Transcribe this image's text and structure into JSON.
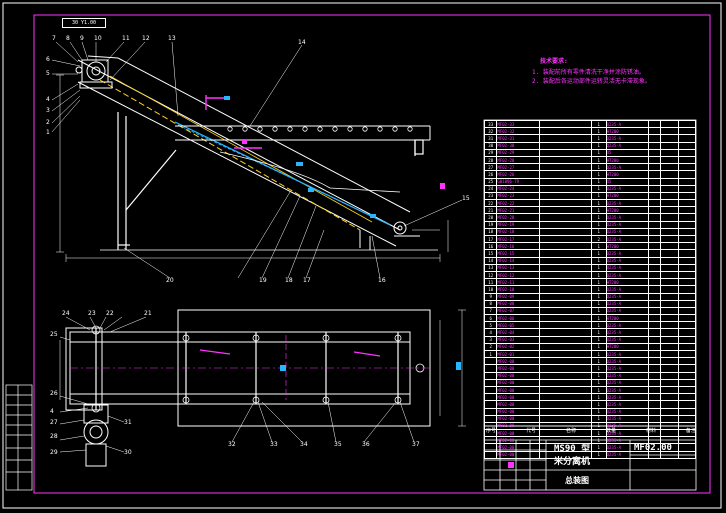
{
  "frame_label": "30 Y1.00",
  "notes": {
    "heading": "技术要求:",
    "items": [
      "1. 装配前所有零件清洗干净并涂防锈油。",
      "2. 装配后各运动部件运转灵活无卡滞现象。"
    ]
  },
  "bom_header": [
    "序号",
    "代号",
    "名称",
    "数量",
    "材料",
    "备注"
  ],
  "bom_rows": [
    [
      "33",
      "MF02-33",
      "",
      "1",
      "Q235-A",
      "",
      ""
    ],
    [
      "32",
      "MF02-32",
      "",
      "1",
      "HT200",
      "",
      ""
    ],
    [
      "31",
      "MF02-31",
      "",
      "1",
      "Q235-A",
      "",
      ""
    ],
    [
      "30",
      "MF02-30",
      "",
      "1",
      "Q235-A",
      "",
      ""
    ],
    [
      "29",
      "MF02-29",
      "",
      "1",
      "45",
      "",
      ""
    ],
    [
      "28",
      "MF02-28",
      "",
      "1",
      "HT200",
      "",
      ""
    ],
    [
      "27",
      "MF02-27",
      "",
      "1",
      "Q235-A",
      "",
      ""
    ],
    [
      "26",
      "MF02-26",
      "",
      "1",
      "HT200",
      "",
      ""
    ],
    [
      "25",
      "GB1096-79",
      "",
      "1",
      "45",
      "",
      ""
    ],
    [
      "24",
      "MF02-24",
      "",
      "1",
      "Q235-A",
      "",
      ""
    ],
    [
      "23",
      "MF02-23",
      "",
      "1",
      "HT200",
      "",
      ""
    ],
    [
      "22",
      "MF02-22",
      "",
      "1",
      "Q235-A",
      "",
      ""
    ],
    [
      "21",
      "MF02-21",
      "",
      "1",
      "HT200",
      "",
      ""
    ],
    [
      "20",
      "MF02-20",
      "",
      "1",
      "Q235-A",
      "",
      ""
    ],
    [
      "19",
      "MF02-19",
      "",
      "1",
      "Q235-A",
      "",
      ""
    ],
    [
      "18",
      "MF02-18",
      "",
      "1",
      "Q235-A",
      "",
      ""
    ],
    [
      "17",
      "MF02-17",
      "",
      "2",
      "Q235-A",
      "",
      ""
    ],
    [
      "16",
      "MF02-16",
      "",
      "1",
      "HT200",
      "",
      ""
    ],
    [
      "15",
      "MF02-15",
      "",
      "1",
      "Q235-A",
      "",
      ""
    ],
    [
      "14",
      "MF02-14",
      "",
      "1",
      "Q235-A",
      "",
      ""
    ],
    [
      "13",
      "MF02-13",
      "",
      "1",
      "Q235-A",
      "",
      ""
    ],
    [
      "12",
      "MF02-12",
      "",
      "1",
      "Q235-A",
      "",
      ""
    ],
    [
      "11",
      "MF02-11",
      "",
      "1",
      "HT200",
      "",
      ""
    ],
    [
      "10",
      "MF02-10",
      "",
      "1",
      "Q235-A",
      "",
      ""
    ],
    [
      "9",
      "MF02-09",
      "",
      "1",
      "Q235-A",
      "",
      ""
    ],
    [
      "8",
      "MF02-08",
      "",
      "1",
      "Q235-A",
      "",
      ""
    ],
    [
      "7",
      "MF02-07",
      "",
      "1",
      "Q235-A",
      "",
      ""
    ],
    [
      "6",
      "MF02-06",
      "",
      "1",
      "HT200",
      "",
      ""
    ],
    [
      "5",
      "MF02-05",
      "",
      "1",
      "Q235-A",
      "",
      ""
    ],
    [
      "4",
      "MF02-04",
      "",
      "1",
      "Q235-A",
      "",
      ""
    ],
    [
      "3",
      "MF02-03",
      "",
      "1",
      "Q235-A",
      "",
      ""
    ],
    [
      "2",
      "MF02-02",
      "",
      "1",
      "HT200",
      "",
      ""
    ],
    [
      "1",
      "MF02-01",
      "",
      "1",
      "Q235-A",
      "",
      ""
    ],
    [
      "",
      "MF02-00",
      "",
      "1",
      "Q235-A",
      "",
      ""
    ],
    [
      "",
      "MF02-00",
      "",
      "1",
      "Q235-A",
      "",
      ""
    ],
    [
      "",
      "MF02-00",
      "",
      "1",
      "Q235-A",
      "",
      ""
    ],
    [
      "",
      "MF02-00",
      "",
      "1",
      "Q235-A",
      "",
      ""
    ],
    [
      "",
      "MF02-00",
      "",
      "1",
      "Q235-A",
      "",
      ""
    ],
    [
      "",
      "MF02-00",
      "",
      "1",
      "Q235-A",
      "",
      ""
    ],
    [
      "",
      "MF02-00",
      "",
      "1",
      "Q235-A",
      "",
      ""
    ],
    [
      "",
      "MF02-00",
      "",
      "1",
      "Q235-A",
      "",
      ""
    ],
    [
      "",
      "MF02-00",
      "",
      "1",
      "Q235-A",
      "",
      ""
    ],
    [
      "",
      "MF02-00",
      "",
      "1",
      "Q235-A",
      "",
      ""
    ],
    [
      "",
      "MF02-00",
      "",
      "1",
      "Q235-A",
      "",
      ""
    ],
    [
      "",
      "MF02-00",
      "",
      "1",
      "Q235-A",
      "",
      ""
    ],
    [
      "",
      "MF02-00",
      "",
      "1",
      "Q235-A",
      "",
      ""
    ],
    [
      "",
      "MF02-00",
      "",
      "1",
      "Q235-A",
      "",
      ""
    ]
  ],
  "title_block": {
    "name_line1": "MS90 型",
    "name_line2": "米分离机",
    "drawing_no": "MF02.00",
    "sheet_type": "总装图"
  },
  "callouts_top": [
    "7",
    "8",
    "9",
    "10",
    "11",
    "12",
    "13",
    "14",
    "6",
    "5",
    "4",
    "3",
    "2",
    "1",
    "15",
    "16",
    "17",
    "18",
    "19",
    "20"
  ],
  "callouts_bottom": [
    "24",
    "25",
    "23",
    "22",
    "21",
    "26",
    "27",
    "28",
    "29",
    "30",
    "31",
    "32",
    "33",
    "34",
    "35",
    "36",
    "37",
    "4"
  ]
}
